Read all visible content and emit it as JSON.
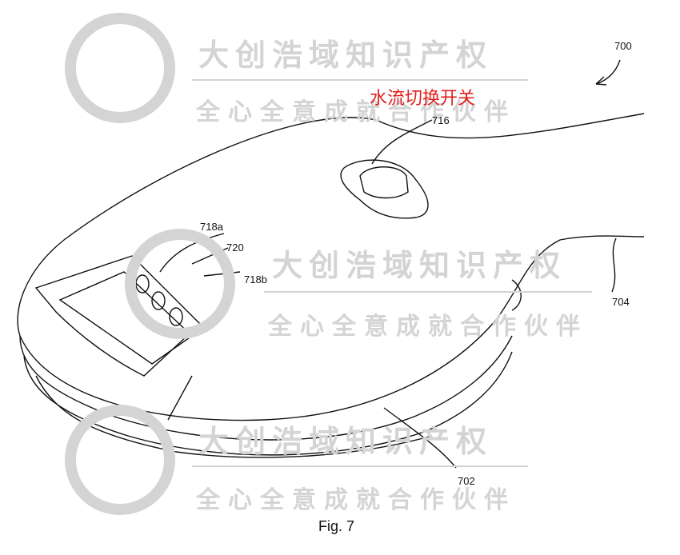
{
  "figure": {
    "caption": "Fig. 7",
    "annotation_red": "水流切换开关",
    "labels": {
      "device": "700",
      "switch": "716",
      "port_a": "718a",
      "port_mid": "720",
      "port_b": "718b",
      "edge": "704",
      "base": "702"
    }
  },
  "watermark": {
    "company": "大创浩域知识产权",
    "slogan": "全心全意成就合作伙伴"
  },
  "colors": {
    "annotation": "#e02020",
    "watermark": "#d4d4d4"
  }
}
